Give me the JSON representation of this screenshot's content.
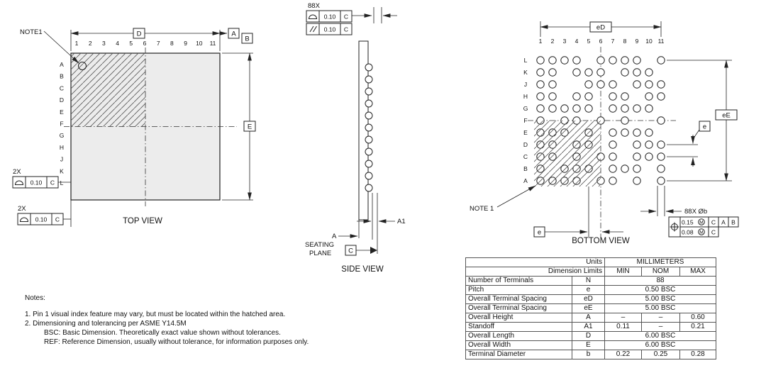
{
  "drawing": {
    "top_view": {
      "label": "TOP VIEW",
      "note_ref": "NOTE1",
      "qty_2x_left": "2X",
      "qty_2x_bottom": "2X",
      "col_labels": [
        "1",
        "2",
        "3",
        "4",
        "5",
        "6",
        "7",
        "8",
        "9",
        "10",
        "11"
      ],
      "row_labels": [
        "A",
        "B",
        "C",
        "D",
        "E",
        "F",
        "G",
        "H",
        "J",
        "K",
        "L"
      ],
      "datum_d": "D",
      "datum_a": "A",
      "datum_b": "B",
      "datum_e": "E",
      "fcf_left": {
        "symbol": "profile-of-surface",
        "tol": "0.10",
        "datum": "C"
      },
      "fcf_bottom": {
        "symbol": "profile-of-surface",
        "tol": "0.10",
        "datum": "C"
      }
    },
    "side_view": {
      "label": "SIDE VIEW",
      "qty": "88X",
      "fcf_profile": {
        "symbol": "profile-of-surface",
        "tol": "0.10",
        "datum": "C"
      },
      "fcf_parallel": {
        "symbol": "parallelism",
        "tol": "0.10",
        "datum": "C"
      },
      "dim_a": "A",
      "dim_a1": "A1",
      "seating_line1": "SEATING",
      "seating_line2": "PLANE",
      "datum_c": "C"
    },
    "bottom_view": {
      "label": "BOTTOM VIEW",
      "note_ref": "NOTE 1",
      "col_labels": [
        "1",
        "2",
        "3",
        "4",
        "5",
        "6",
        "7",
        "8",
        "9",
        "10",
        "11"
      ],
      "row_labels": [
        "L",
        "K",
        "J",
        "H",
        "G",
        "F",
        "E",
        "D",
        "C",
        "B",
        "A"
      ],
      "datum_ed": "eD",
      "datum_ee": "eE",
      "datum_e_right": "e",
      "datum_e_bottom": "e",
      "ball_callout": "88X Øb",
      "fcf_position": {
        "symbol": "true-position",
        "tol": "0.15",
        "modifier": "M",
        "datums": [
          "C",
          "A",
          "B"
        ]
      },
      "fcf_position2": {
        "tol": "0.08",
        "modifier": "M",
        "datums": [
          "C"
        ]
      },
      "ball_map": [
        "11110111101",
        "11011101110",
        "11001110111",
        "11011011011",
        "11111011110",
        "10110101001",
        "11101011110",
        "11011010111",
        "11010110111",
        "10111011101",
        "11110110101"
      ]
    }
  },
  "table": {
    "header": {
      "units_label": "Units",
      "unit_system": "MILLIMETERS",
      "limits_label": "Dimension Limits",
      "min": "MIN",
      "nom": "NOM",
      "max": "MAX"
    },
    "rows": [
      {
        "name": "Number of Terminals",
        "symbol": "N",
        "value": "88"
      },
      {
        "name": "Pitch",
        "symbol": "e",
        "value": "0.50 BSC"
      },
      {
        "name": "Overall Terminal Spacing",
        "symbol": "eD",
        "value": "5.00 BSC"
      },
      {
        "name": "Overall Terminal Spacing",
        "symbol": "eE",
        "value": "5.00 BSC"
      },
      {
        "name": "Overall Height",
        "symbol": "A",
        "min": "–",
        "nom": "–",
        "max": "0.60"
      },
      {
        "name": "Standoff",
        "symbol": "A1",
        "min": "0.11",
        "nom": "–",
        "max": "0.21"
      },
      {
        "name": "Overall Length",
        "symbol": "D",
        "value": "6.00 BSC"
      },
      {
        "name": "Overall Width",
        "symbol": "E",
        "value": "6.00 BSC"
      },
      {
        "name": "Terminal Diameter",
        "symbol": "b",
        "min": "0.22",
        "nom": "0.25",
        "max": "0.28"
      }
    ]
  },
  "notes": {
    "title": "Notes:",
    "items": [
      "1. Pin 1 visual index feature may vary, but must be located within the hatched area.",
      "2. Dimensioning and tolerancing per ASME Y14.5M",
      "BSC: Basic Dimension. Theoretically exact value shown without tolerances.",
      "REF: Reference Dimension, usually without tolerance, for information purposes only."
    ]
  }
}
